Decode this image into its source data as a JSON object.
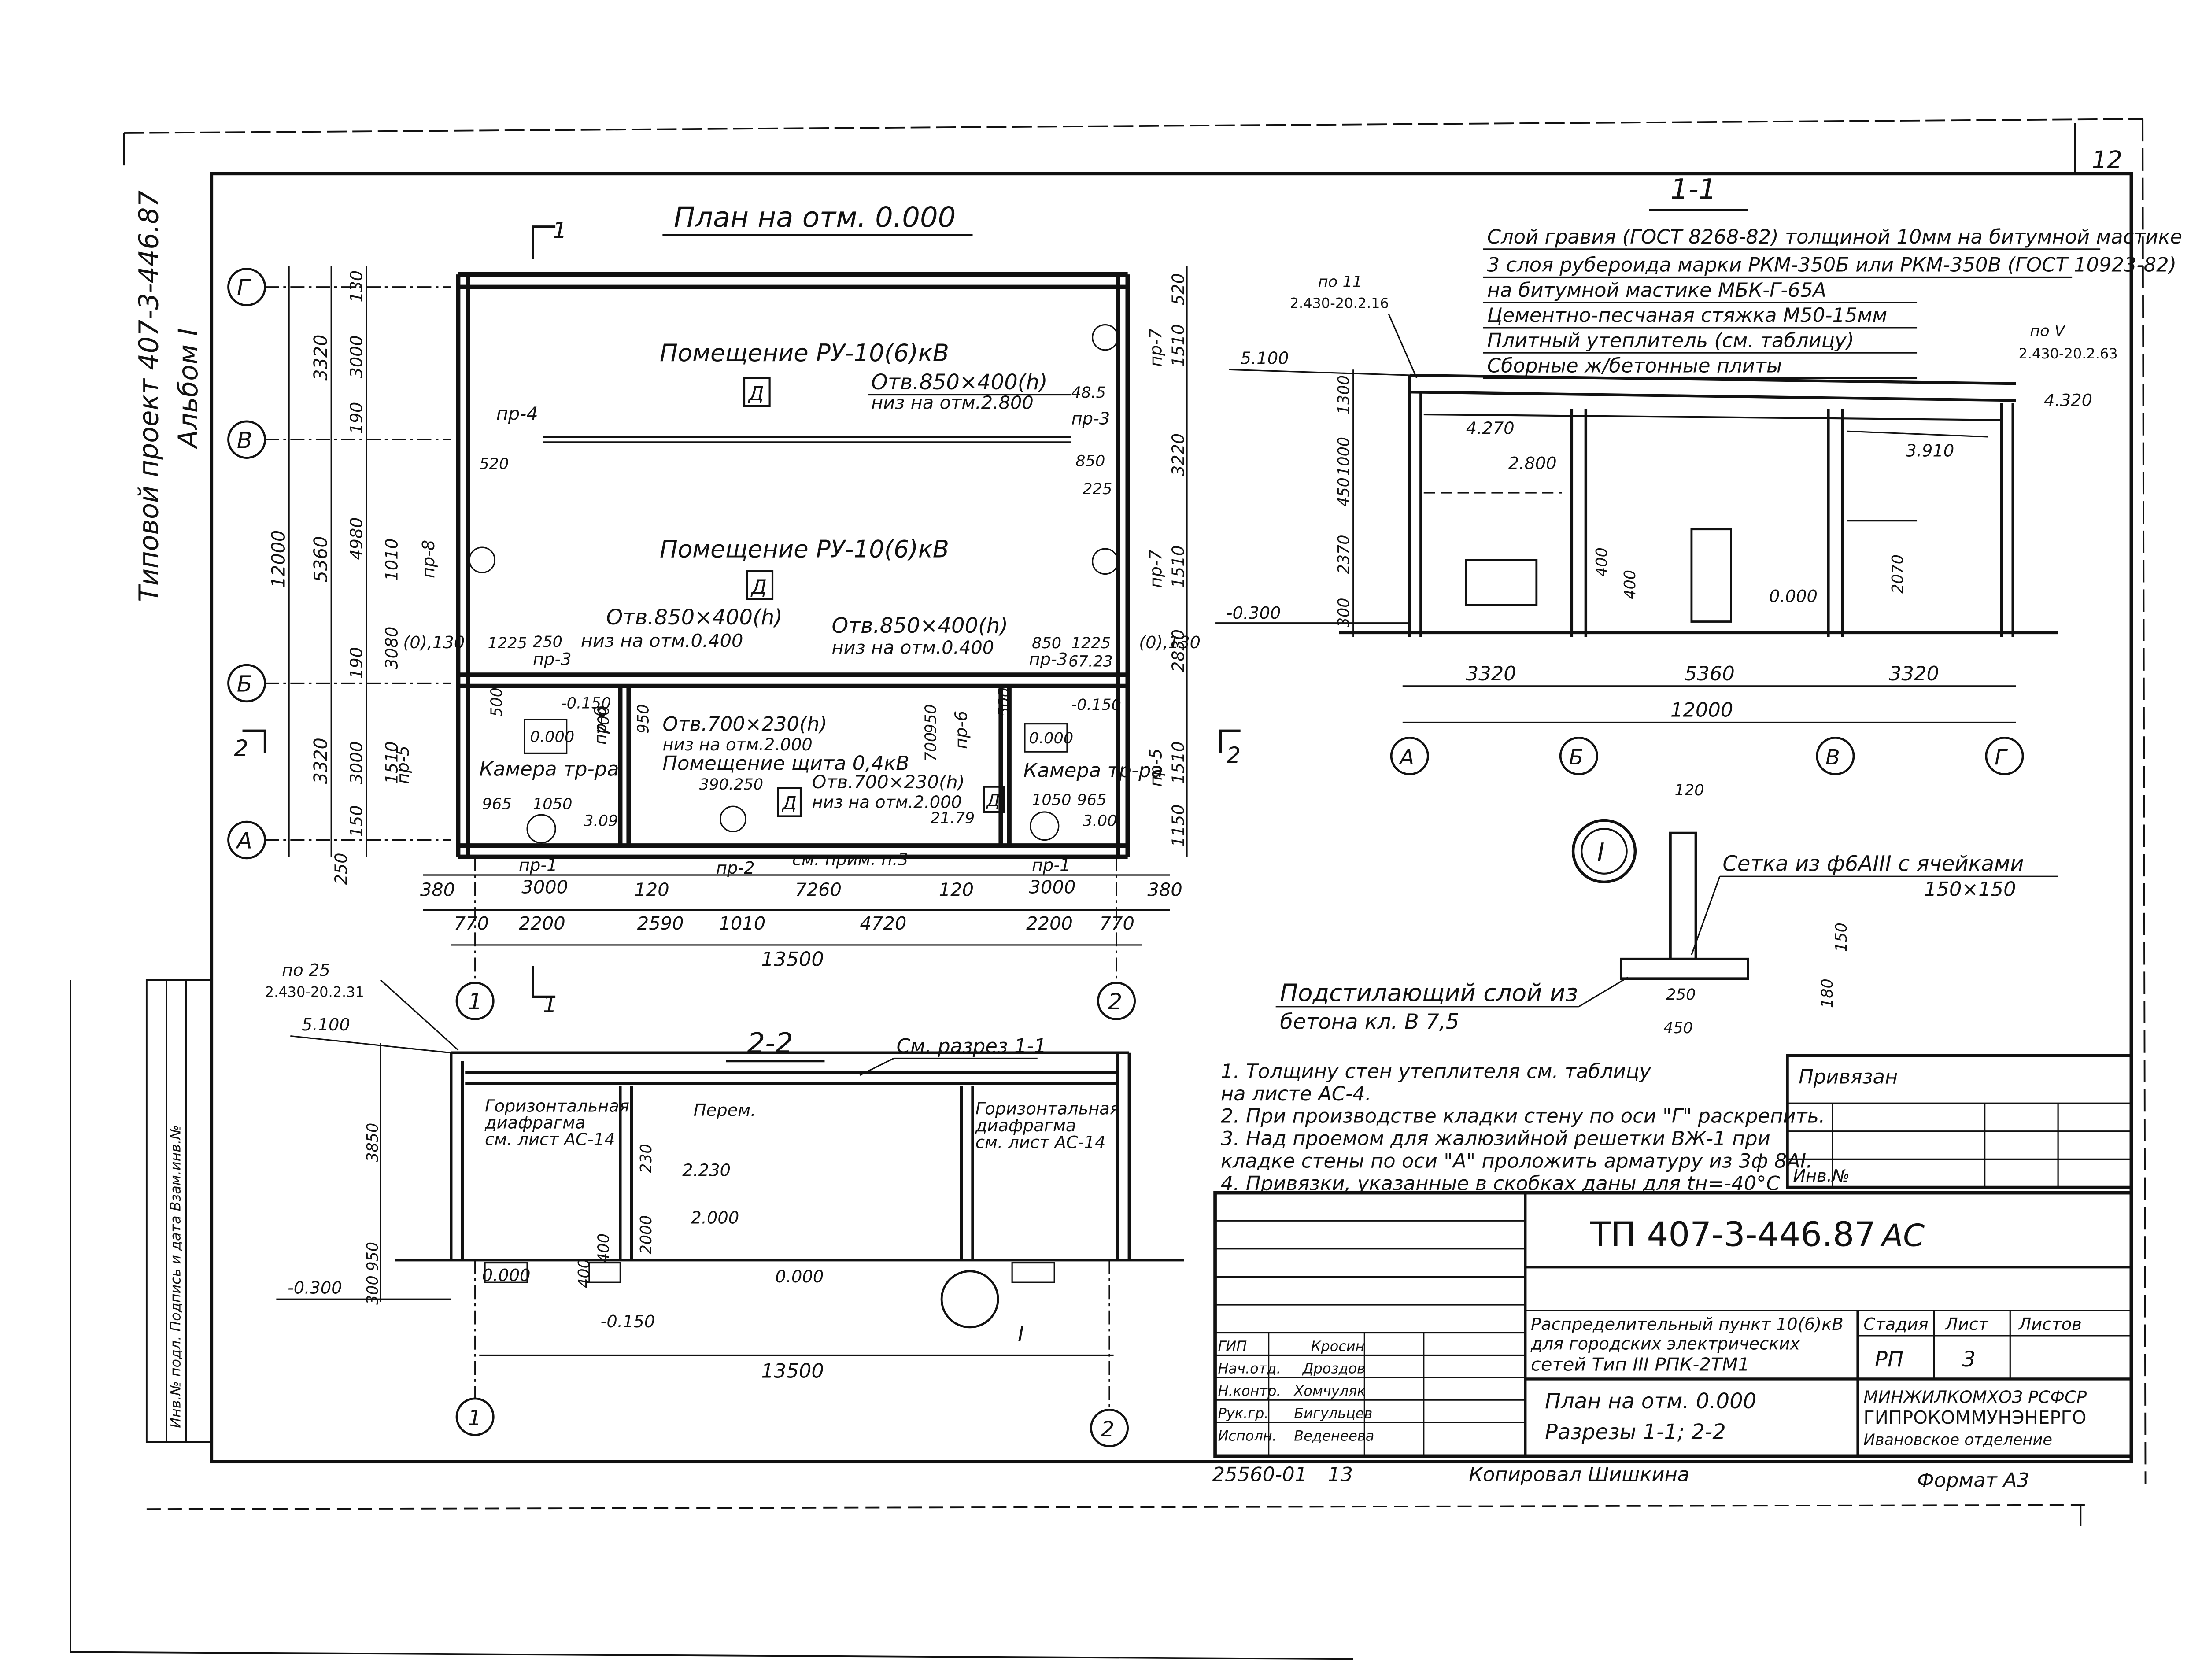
{
  "sheet_number": "12",
  "side": {
    "project": "Типовой проект 407-3-446.87",
    "album": "Альбом I",
    "stamp": "Инв.№ подл.  Подпись и дата  Взам.инв.№"
  },
  "plan": {
    "title": "План на отм. 0.000",
    "axes_rows": [
      "Г",
      "В",
      "Б",
      "А"
    ],
    "axes_cols": [
      "1",
      "2"
    ],
    "room_upper": "Помещение РУ-10(6)кВ",
    "room_middle": "Помещение РУ-10(6)кВ",
    "room_shield": "Помещение щита 0,4кВ",
    "room_cam_left": "Камера тр-ра",
    "room_cam_right": "Камера тр-ра",
    "cat_upper": "Д",
    "cat_middle": "Д",
    "cat_shield": "Д",
    "cat_cam": "Д",
    "opening_upper": "Отв.850×400(h)",
    "opening_upper_low": "низ на отм.2.800",
    "opening_mid_left": "Отв.850×400(h)",
    "opening_mid_left_low": "низ на отм.0.400",
    "opening_mid_right": "Отв.850×400(h)",
    "opening_mid_right_low": "низ на отм.0.400",
    "opening_shield": "Отв.700×230(h)",
    "opening_shield_low": "низ на отм.2.000",
    "opening_shield2": "Отв.700×230(h)",
    "opening_shield2_low": "низ на отм.2.000",
    "lintels": [
      "пр-4",
      "пр-3",
      "пр-3",
      "пр-3",
      "пр-5",
      "пр-5",
      "пр-6",
      "пр-6",
      "пр-7",
      "пр-7",
      "пр-8",
      "пр-1",
      "пр-1",
      "пр-2"
    ],
    "note_ref": "см. прим. п.3",
    "section_mark": "1",
    "section_mark2": "2",
    "left_dims": [
      "3320",
      "5360",
      "3320",
      "12000",
      "130",
      "3000",
      "190",
      "4980",
      "190",
      "3000",
      "150",
      "250",
      "1010",
      "3080",
      "1510",
      "(0),130"
    ],
    "right_dims": [
      "520",
      "1510",
      "3220",
      "1510",
      "2830",
      "1510",
      "1150",
      "(0),130"
    ],
    "inner_dims": [
      "520",
      "850",
      "225",
      "48.5",
      "1225",
      "250",
      "850",
      "1225",
      "67.23",
      "500",
      "950",
      "700",
      "950",
      "700",
      "500",
      "965",
      "1050",
      "1050",
      "965",
      "3.09",
      "3.00",
      "390.250",
      "21.79",
      "-0.150",
      "-0.150",
      "0.000",
      "0.000"
    ],
    "bottom_dims_1": [
      "380",
      "3000",
      "120",
      "7260",
      "120",
      "3000",
      "380"
    ],
    "bottom_dims_2": [
      "770",
      "2200",
      "2590",
      "1010",
      "4720",
      "2200",
      "770"
    ],
    "total": "13500"
  },
  "section11": {
    "title": "1-1",
    "layers": [
      "Слой гравия (ГОСТ 8268-82) толщиной 10мм на битумной мастике",
      "3 слоя рубероида марки РКМ-350Б или РКМ-350В (ГОСТ 10923-82)",
      "на битумной мастике МБК-Г-65А",
      "Цементно-песчаная стяжка М50-15мм",
      "Плитный утеплитель (см. таблицу)",
      "Сборные ж/бетонные плиты"
    ],
    "ref_left": "по 11",
    "ref_left_code": "2.430-20.2.16",
    "ref_right": "по V",
    "ref_right_code": "2.430-20.2.63",
    "marks": [
      "5.100",
      "4.270",
      "2.800",
      "3.910",
      "4.320",
      "0.000",
      "-0.300"
    ],
    "vdims": [
      "1300",
      "1000",
      "450",
      "2370",
      "300",
      "400",
      "400",
      "2070"
    ],
    "dims": [
      "3320",
      "5360",
      "3320"
    ],
    "total": "12000",
    "axes": [
      "А",
      "Б",
      "В",
      "Г"
    ]
  },
  "detail": {
    "mark": "I",
    "mesh": "Сетка из ф6АIII с ячейками",
    "mesh_cell": "150×150",
    "underlay": "Подстилающий слой из",
    "underlay2": "бетона   кл. В 7,5",
    "dims": [
      "120",
      "150",
      "180",
      "250",
      "450"
    ]
  },
  "section22": {
    "title": "2-2",
    "ref": "по 25",
    "ref_code": "2.430-20.2.31",
    "see_section": "См. разрез 1-1",
    "diaphragm_left": [
      "Горизонтальная",
      "диафрагма",
      "см. лист АС-14"
    ],
    "diaphragm_right": [
      "Горизонтальная",
      "диафрагма",
      "см. лист АС-14"
    ],
    "perem": "Перем.",
    "marks": [
      "5.100",
      "2.230",
      "2.000",
      "0.000",
      "0.000",
      "-0.150",
      "-0.300"
    ],
    "vdims": [
      "3850",
      "950",
      "300",
      "230",
      "2000",
      "400",
      "400"
    ],
    "detail_mark": "I",
    "total": "13500",
    "axes": [
      "1",
      "2"
    ]
  },
  "notes": [
    "1. Толщину стен утеплителя см. таблицу",
    "    на листе АС-4.",
    "2. При производстве кладки стену по оси \"Г\" раскрепить.",
    "3. Над проемом для жалюзийной решетки ВЖ-1 при",
    "    кладке стены по оси \"А\" проложить арматуру из 3ф 8АI.",
    "4. Привязки, указанные в скобках даны для tн=-40°С"
  ],
  "title_block": {
    "bound": "Привязан",
    "inv": "Инв.№",
    "code": "ТП 407-3-446.87",
    "mark": "АС",
    "description": [
      "Распределительный пункт 10(6)кВ",
      "для городских электрических",
      "сетей   Тип III  РПК-2ТМ1"
    ],
    "sheet_title": [
      "План на отм. 0.000",
      "Разрезы 1-1;  2-2"
    ],
    "stage_h": "Стадия",
    "sheet_h": "Лист",
    "sheets_h": "Листов",
    "stage": "РП",
    "sheet": "3",
    "org": [
      "МИНЖИЛКОМХОЗ РСФСР",
      "ГИПРОКОММУНЭНЕРГО",
      "Ивановское отделение"
    ],
    "signers": [
      {
        "role": "ГИП",
        "name": "Кросин"
      },
      {
        "role": "Нач.отд.",
        "name": "Дроздов"
      },
      {
        "role": "Н.контр.",
        "name": "Хомчуляк"
      },
      {
        "role": "Рук.гр.",
        "name": "Бигульцев"
      },
      {
        "role": "Исполн.",
        "name": "Веденеева"
      }
    ]
  },
  "footer": {
    "number": "25560-01",
    "page": "13",
    "copied": "Копировал Шишкина",
    "format": "Формат А3"
  }
}
